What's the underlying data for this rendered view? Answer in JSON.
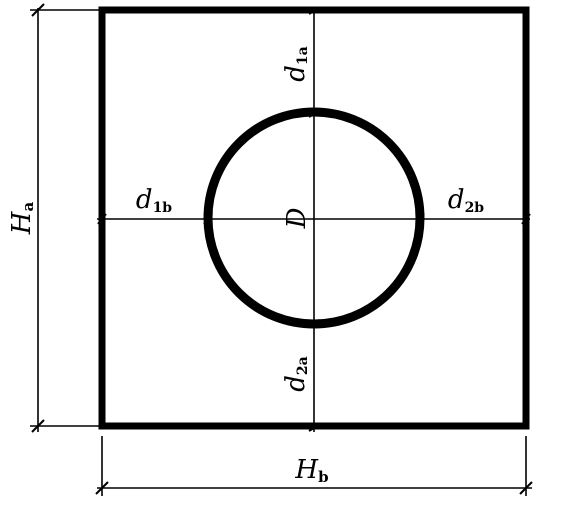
{
  "diagram": {
    "colors": {
      "stroke": "#000000",
      "background": "#ffffff"
    },
    "labels": {
      "height_a": {
        "main": "H",
        "sub": "a"
      },
      "width_b": {
        "main": "H",
        "sub": "b"
      },
      "d1a": {
        "main": "d",
        "sub": "1a"
      },
      "d2a": {
        "main": "d",
        "sub": "2a"
      },
      "d1b": {
        "main": "d",
        "sub": "1b"
      },
      "d2b": {
        "main": "d",
        "sub": "2b"
      },
      "diameter": {
        "main": "D",
        "sub": ""
      }
    }
  }
}
